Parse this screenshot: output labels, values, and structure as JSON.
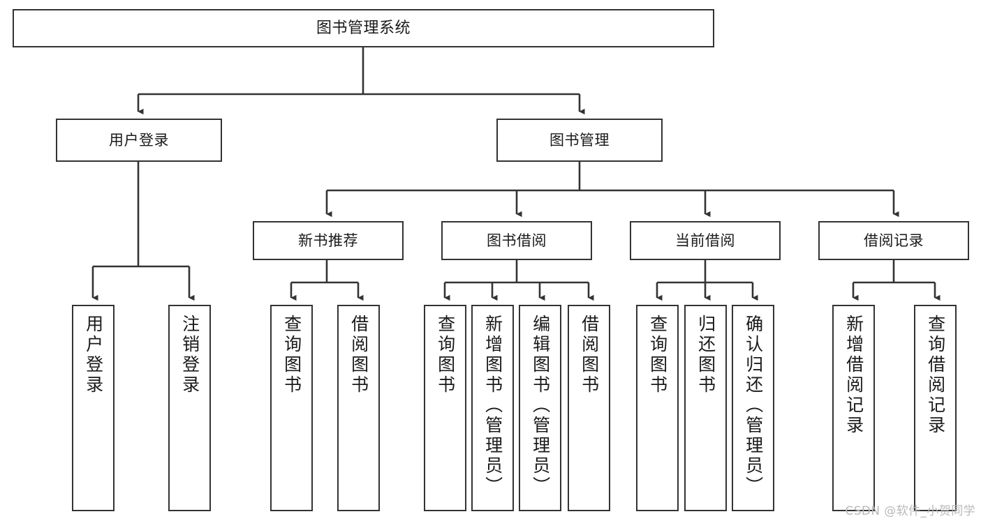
{
  "diagram": {
    "type": "tree-hierarchy",
    "title": "图书管理系统",
    "watermark": "CSDN @软件_小贺同学",
    "colors": {
      "box_border": "#333333",
      "box_fill": "#ffffff",
      "edge": "#333333",
      "text": "#1a1a1a",
      "watermark": "#b9b9b9",
      "background": "#ffffff"
    },
    "nodes": {
      "root": {
        "label": "图书管理系统"
      },
      "level2": [
        {
          "id": "user_login",
          "label": "用户登录"
        },
        {
          "id": "book_manage",
          "label": "图书管理"
        }
      ],
      "level3": [
        {
          "id": "new_book_rec",
          "label": "新书推荐"
        },
        {
          "id": "book_borrow",
          "label": "图书借阅"
        },
        {
          "id": "current_borrow",
          "label": "当前借阅"
        },
        {
          "id": "borrow_record",
          "label": "借阅记录"
        }
      ],
      "leaves": [
        {
          "id": "leaf_user_login",
          "label": "用户登录",
          "parent": "user_login"
        },
        {
          "id": "leaf_user_logout",
          "label": "注销登录",
          "parent": "user_login"
        },
        {
          "id": "leaf_query_book_1",
          "label": "查询图书",
          "parent": "new_book_rec"
        },
        {
          "id": "leaf_borrow_book_1",
          "label": "借阅图书",
          "parent": "new_book_rec"
        },
        {
          "id": "leaf_query_book_2",
          "label": "查询图书",
          "parent": "book_borrow"
        },
        {
          "id": "leaf_add_book",
          "label": "新增图书（管理员）",
          "parent": "book_borrow"
        },
        {
          "id": "leaf_edit_book",
          "label": "编辑图书（管理员）",
          "parent": "book_borrow"
        },
        {
          "id": "leaf_borrow_book_2",
          "label": "借阅图书",
          "parent": "book_borrow"
        },
        {
          "id": "leaf_query_book_3",
          "label": "查询图书",
          "parent": "current_borrow"
        },
        {
          "id": "leaf_return_book",
          "label": "归还图书",
          "parent": "current_borrow"
        },
        {
          "id": "leaf_confirm_return",
          "label": "确认归还（管理员）",
          "parent": "current_borrow"
        },
        {
          "id": "leaf_add_record",
          "label": "新增借阅记录",
          "parent": "borrow_record"
        },
        {
          "id": "leaf_query_record",
          "label": "查询借阅记录",
          "parent": "borrow_record"
        }
      ]
    }
  }
}
